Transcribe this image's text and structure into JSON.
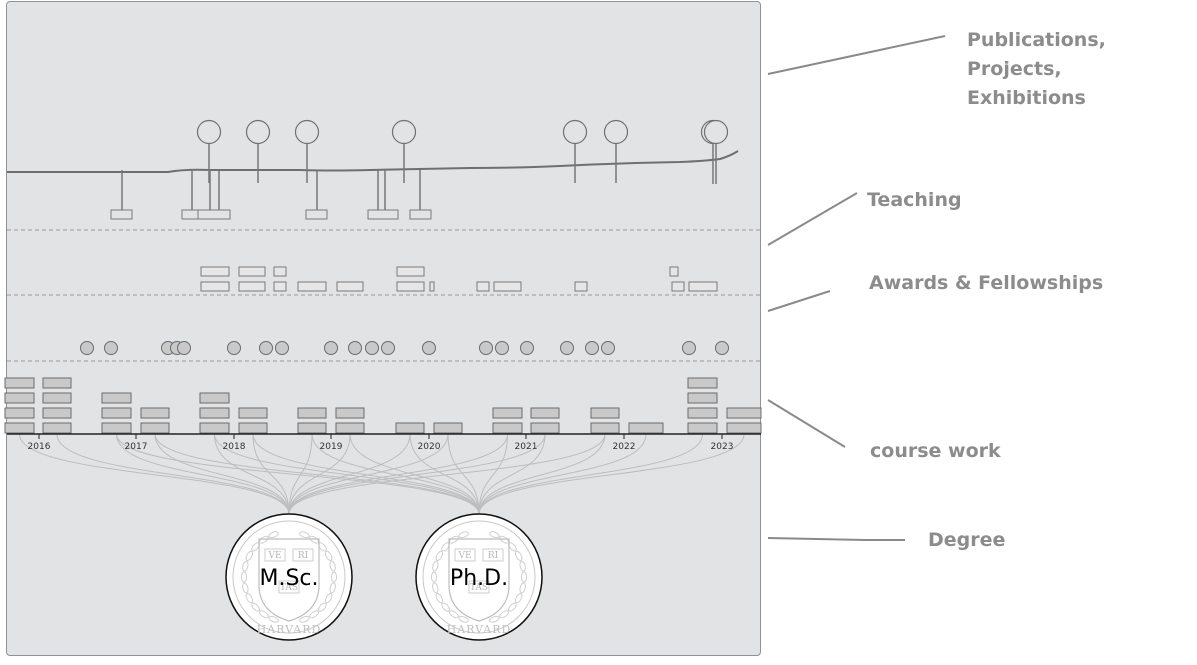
{
  "labels": {
    "publications": "Publications, Projects,\nExhibitions",
    "teaching": "Teaching",
    "awards": "Awards & Fellowships",
    "coursework": "course work",
    "degree": "Degree"
  },
  "axis": {
    "years": [
      "2016",
      "2017",
      "2018",
      "2019",
      "2020",
      "2021",
      "2022",
      "2023"
    ]
  },
  "degrees": [
    {
      "label": "M.Sc.",
      "seal_motto": [
        "VE",
        "RI",
        "TAS"
      ],
      "seal_ring": "HARVARD"
    },
    {
      "label": "Ph.D.",
      "seal_motto": [
        "VE",
        "RI",
        "TAS"
      ],
      "seal_ring": "HARVARD"
    }
  ],
  "colors": {
    "panel": "#e2e3e5",
    "mark_fill": "#c9c9c9",
    "mark_stroke": "#6b6b6b",
    "callout_text": "#8c8c8c",
    "callout_line": "#8a8a8a",
    "link": "#bdbdbd"
  }
}
